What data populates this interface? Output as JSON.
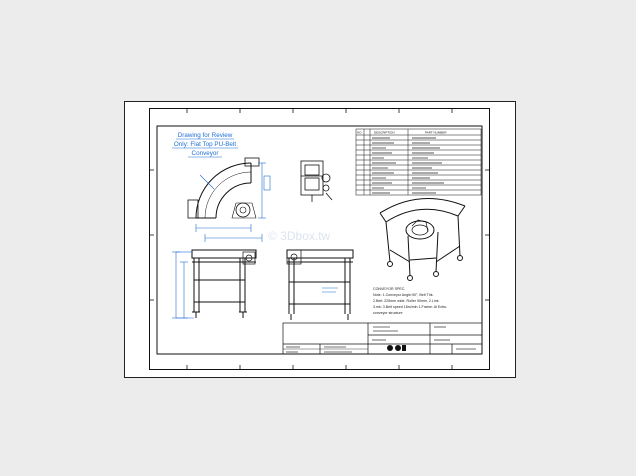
{
  "drawing": {
    "review_title": [
      "Drawing for Review",
      "Only: Flat Top PU-Belt",
      "Conveyor"
    ],
    "watermark": "© 3Dbox.tw",
    "notes": [
      "CONVEYOR SPEC.",
      "Note: 1.Conveyor Angle:90°, Belt Thk.",
      "2.Belt: 225mm wide, Roller 90mm, 2.Link",
      "3.mk: 3.Belt speed 18m/min 1.Frame: Al Extru.",
      "conveyor structure"
    ],
    "bom_headers": [
      "NO.",
      "DESCRIPTION",
      "PART NUMBER"
    ],
    "colors": {
      "dimension": "#1f6fd6",
      "line": "#111111",
      "sheet": "#ffffff",
      "background": "#ececec"
    }
  }
}
